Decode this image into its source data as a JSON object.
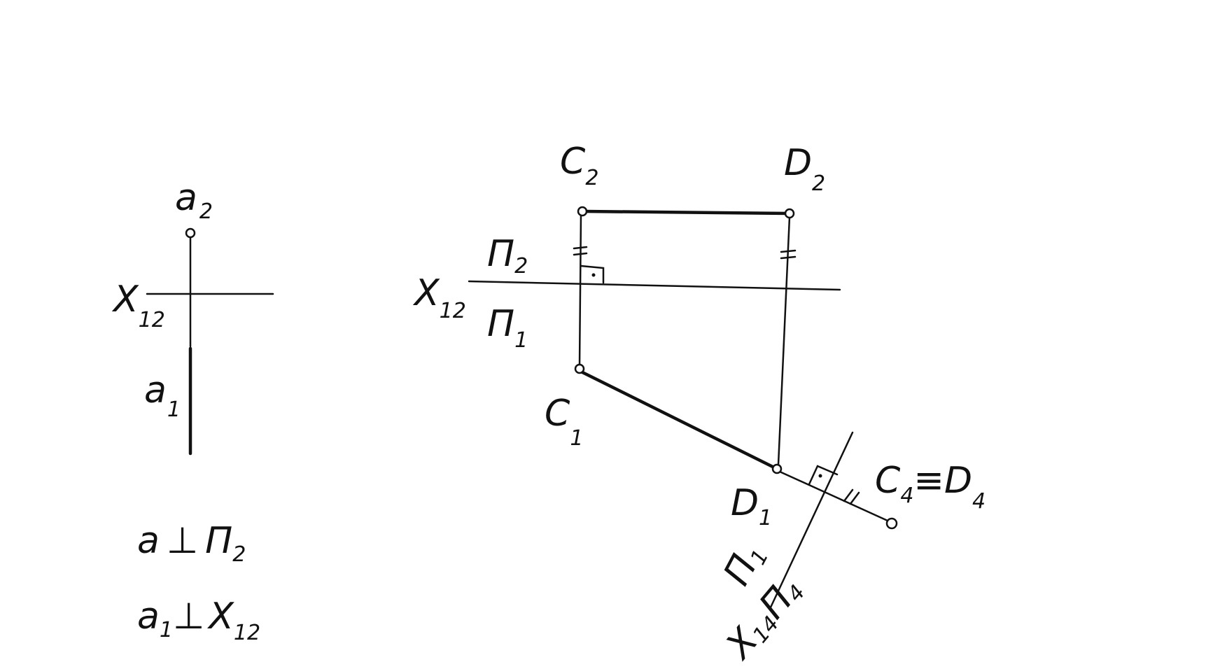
{
  "left_figure": {
    "point_a2": {
      "base": "a",
      "sub": "2"
    },
    "axis_x12": {
      "base": "X",
      "sub": "12"
    },
    "point_a1": {
      "base": "a",
      "sub": "1"
    },
    "relation_1": {
      "a": "a",
      "perp": "⊥",
      "b": "Π",
      "b_sub": "2"
    },
    "relation_2": {
      "a": "a",
      "a_sub": "1",
      "perp": "⊥",
      "b": "X",
      "b_sub": "12"
    }
  },
  "right_figure": {
    "point_c2": {
      "base": "C",
      "sub": "2"
    },
    "point_d2": {
      "base": "D",
      "sub": "2"
    },
    "plane_pi2": {
      "base": "Π",
      "sub": "2"
    },
    "axis_x12": {
      "base": "X",
      "sub": "12"
    },
    "plane_pi1": {
      "base": "Π",
      "sub": "1"
    },
    "point_c1": {
      "base": "C",
      "sub": "1"
    },
    "point_d1": {
      "base": "D",
      "sub": "1"
    },
    "point_c4_d4": {
      "c": "C",
      "c_sub": "4",
      "equiv": "≡",
      "d": "D",
      "d_sub": "4"
    },
    "axis_x14": {
      "pi1": "Π",
      "pi1_sub": "1",
      "x": "X",
      "x_sub": "14",
      "pi4": "Π",
      "pi4_sub": "4"
    }
  }
}
